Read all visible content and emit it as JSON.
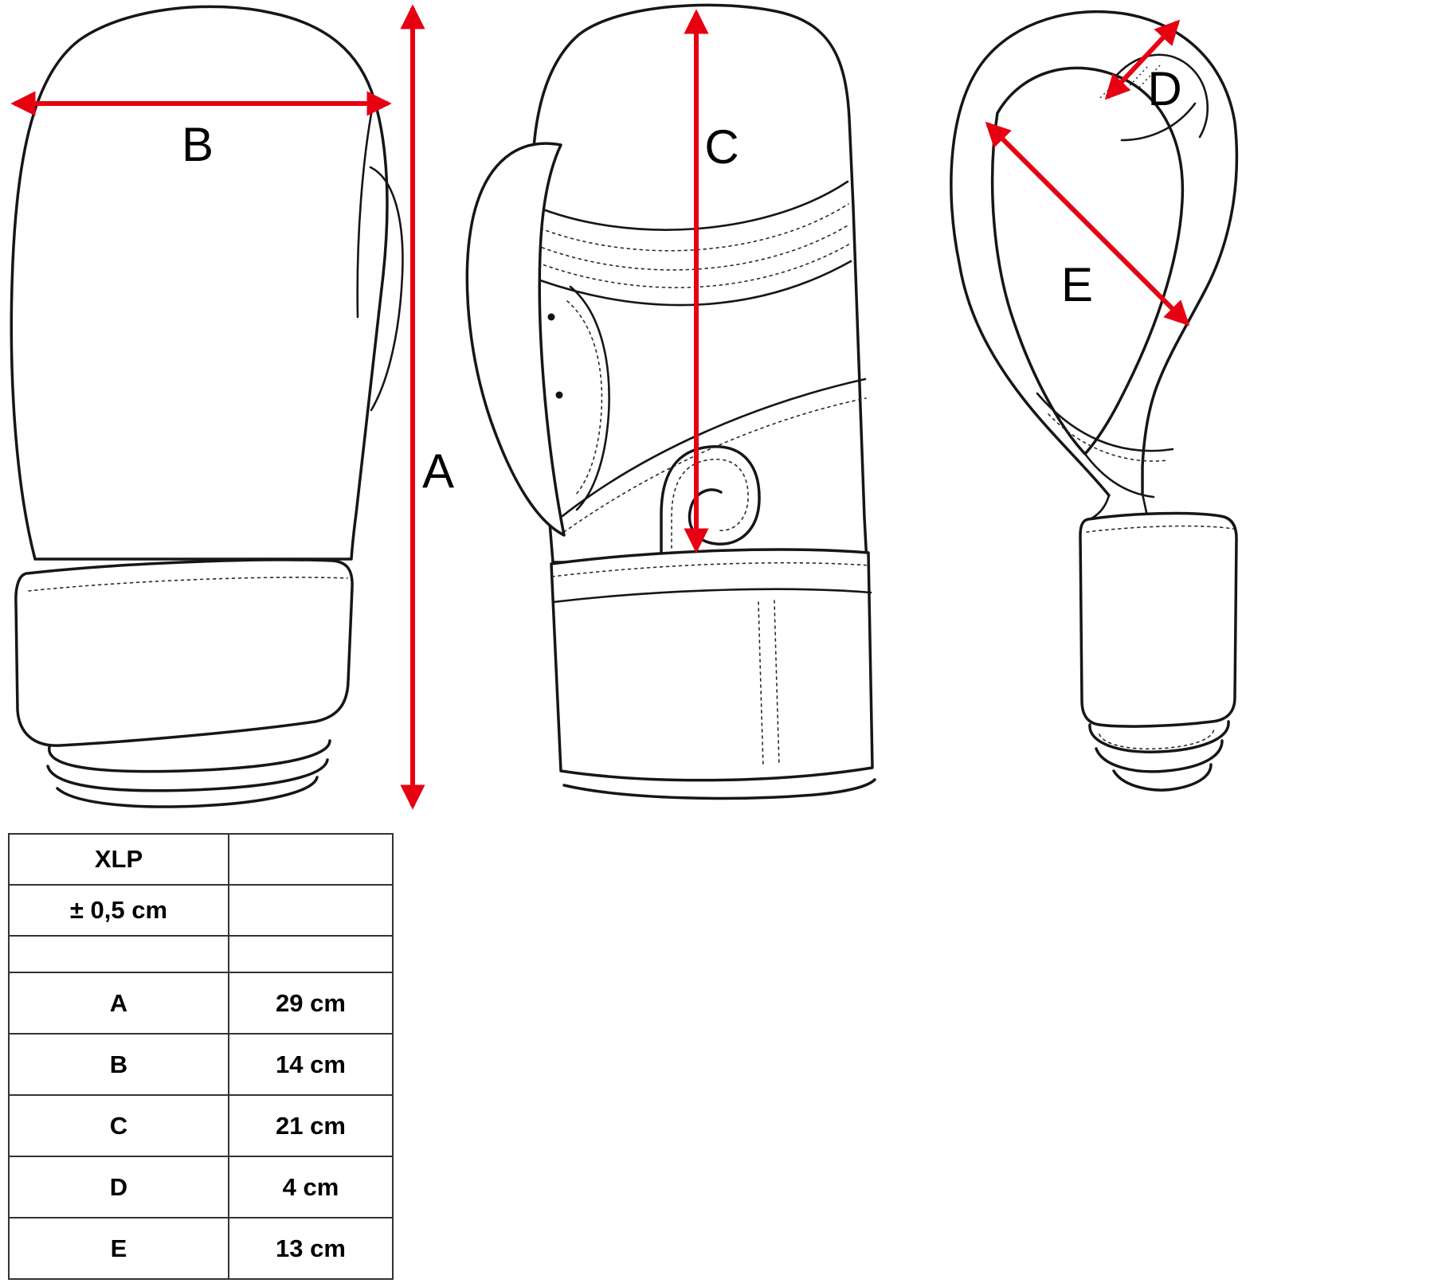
{
  "diagram": {
    "arrow_color": "#e60012",
    "labels": {
      "a": "A",
      "b": "B",
      "c": "C",
      "d": "D",
      "e": "E"
    }
  },
  "table": {
    "size_label": "XLP",
    "tolerance_label": "± 0,5 cm",
    "rows": [
      {
        "dim": "A",
        "value": "29 cm"
      },
      {
        "dim": "B",
        "value": "14 cm"
      },
      {
        "dim": "C",
        "value": "21 cm"
      },
      {
        "dim": "D",
        "value": "4 cm"
      },
      {
        "dim": "E",
        "value": "13 cm"
      }
    ]
  }
}
